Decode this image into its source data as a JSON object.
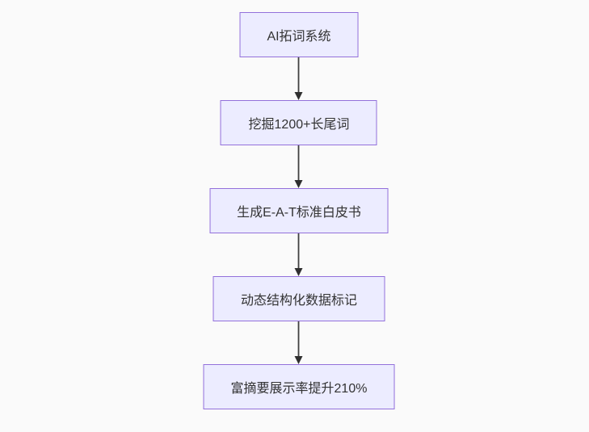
{
  "page": {
    "background_color": "#fafafa"
  },
  "flowchart": {
    "type": "flowchart-top-down",
    "theme": {
      "node_fill": "#ECECFF",
      "node_border": "#9370DB",
      "edge_color": "#333333",
      "text_color": "#333333"
    },
    "nodes": [
      {
        "id": "node-1",
        "label": "AI拓词系统"
      },
      {
        "id": "node-2",
        "label": "挖掘1200+长尾词"
      },
      {
        "id": "node-3",
        "label": "生成E-A-T标准白皮书"
      },
      {
        "id": "node-4",
        "label": "动态结构化数据标记"
      },
      {
        "id": "node-5",
        "label": "富摘要展示率提升210%"
      }
    ],
    "edges": [
      {
        "from": "node-1",
        "to": "node-2"
      },
      {
        "from": "node-2",
        "to": "node-3"
      },
      {
        "from": "node-3",
        "to": "node-4"
      },
      {
        "from": "node-4",
        "to": "node-5"
      }
    ]
  }
}
